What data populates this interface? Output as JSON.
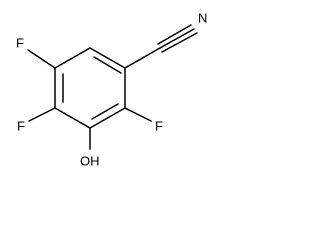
{
  "structure": {
    "atoms": {
      "f_top": "F",
      "f_left": "F",
      "f_right": "F",
      "oh": "OH",
      "n": "N"
    }
  }
}
